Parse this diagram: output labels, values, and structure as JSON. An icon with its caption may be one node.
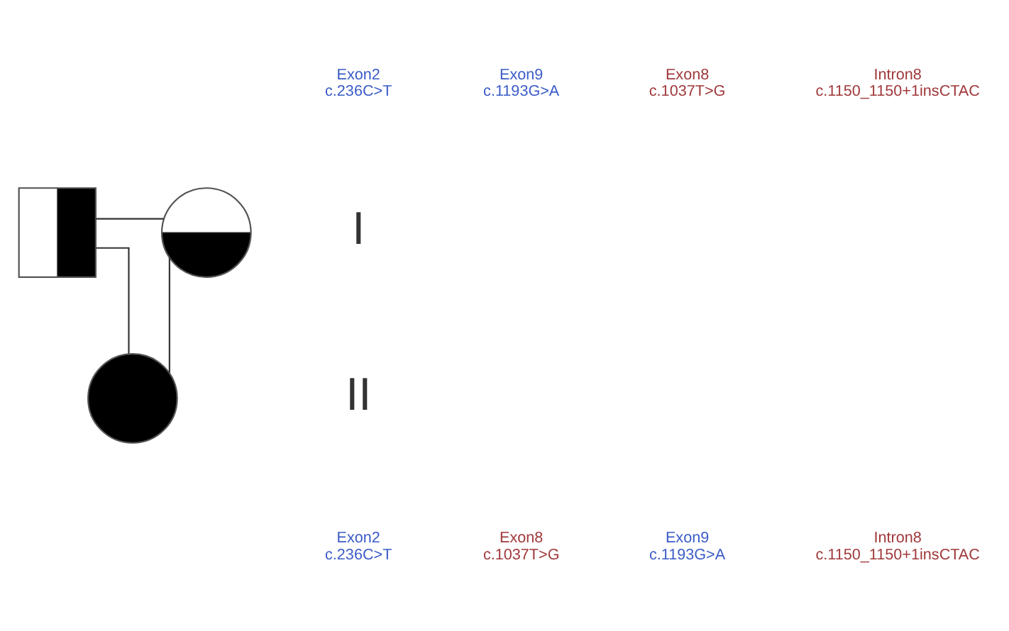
{
  "diagram": {
    "nodes": [
      {
        "text": [],
        "shape": "box"
      },
      {
        "text": [],
        "shape": "circle"
      },
      {
        "text": [],
        "shape": "circle"
      }
    ],
    "edges": [
      {
        "from": 0,
        "to": 1,
        "arrow": "none"
      },
      {
        "from": 0,
        "to": 2,
        "arrow": "none"
      },
      {
        "from": 1,
        "to": 2,
        "arrow": "none"
      }
    ],
    "labels": [
      "Exon2 c.236C>T",
      "Exon9 c.1193G>A",
      "Exon8 c.1037T>G",
      "Intron8 c.1150_1150+1insCTAC",
      "I",
      "II",
      "Exon2 c.236C>T",
      "Exon8 c.1037T>G",
      "Exon9 c.1193G>A",
      "Intron8 c.1150_1150+1insCTAC"
    ]
  }
}
